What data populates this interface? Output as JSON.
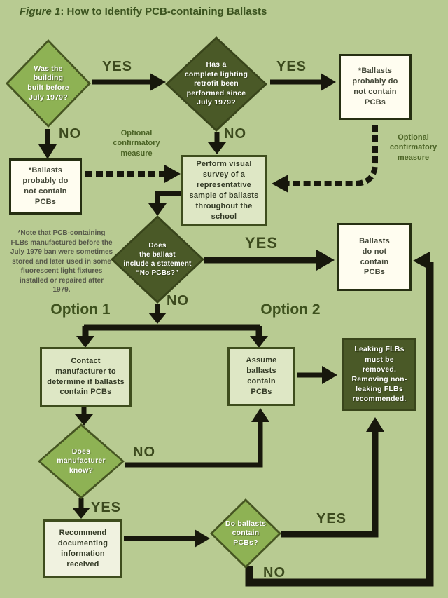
{
  "title": {
    "figure_label": "Figure 1",
    "title_text": ": How to Identify PCB-containing Ballasts"
  },
  "nodes": {
    "diamond_building": {
      "text": "Was the\nbuilding\nbuilt before\nJuly 1979?"
    },
    "diamond_retrofit": {
      "text": "Has a\ncomplete lighting\nretrofit been\nperformed since\nJuly 1979?"
    },
    "box_ballasts_top": {
      "text": "*Ballasts\nprobably do\nnot contain\nPCBs"
    },
    "box_ballasts_left": {
      "text": "*Ballasts\nprobably do\nnot contain\nPCBs"
    },
    "box_survey": {
      "text": "Perform visual\nsurvey of a\nrepresentative\nsample of ballasts\nthroughout the\nschool"
    },
    "diamond_statement": {
      "text": "Does\nthe ballast\ninclude a statement\n“No PCBs?”"
    },
    "box_do_not_contain": {
      "text": "Ballasts\ndo not\ncontain\nPCBs"
    },
    "box_contact": {
      "text": "Contact\nmanufacturer to\ndetermine if ballasts\ncontain PCBs"
    },
    "box_assume": {
      "text": "Assume\nballasts\ncontain\nPCBs"
    },
    "box_leaking": {
      "text": "Leaking FLBs\nmust be\nremoved.\nRemoving non-\nleaking FLBs\nrecommended."
    },
    "diamond_manufacturer": {
      "text": "Does\nmanufacturer\nknow?"
    },
    "box_recommend": {
      "text": "Recommend\ndocumenting\ninformation\nreceived"
    },
    "diamond_do_ballasts": {
      "text": "Do ballasts\ncontain\nPCBs?"
    }
  },
  "labels": {
    "yes_building": "YES",
    "no_building": "NO",
    "yes_retrofit": "YES",
    "no_retrofit": "NO",
    "optional_left": "Optional\nconfirmatory\nmeasure",
    "optional_right": "Optional\nconfirmatory\nmeasure",
    "yes_statement": "YES",
    "no_statement": "NO",
    "option1": "Option 1",
    "option2": "Option 2",
    "no_manufacturer": "NO",
    "yes_manufacturer": "YES",
    "yes_ballasts": "YES",
    "no_ballasts": "NO"
  },
  "note": "*Note that PCB-containing\nFLBs manufactured before the\nJuly 1979 ban were sometimes\nstored and later used in some\nfluorescent light fixtures\ninstalled or repaired after\n1979.",
  "colors": {
    "background": "#b8cb92",
    "diamond_green": "#8eb254",
    "dark_olive": "#4a5927",
    "box_white": "#fffdf0",
    "box_pale": "#dee7c5",
    "border_dark": "#3e4d1d",
    "arrow_black": "#17170c",
    "label_green": "#3c4a1e"
  }
}
